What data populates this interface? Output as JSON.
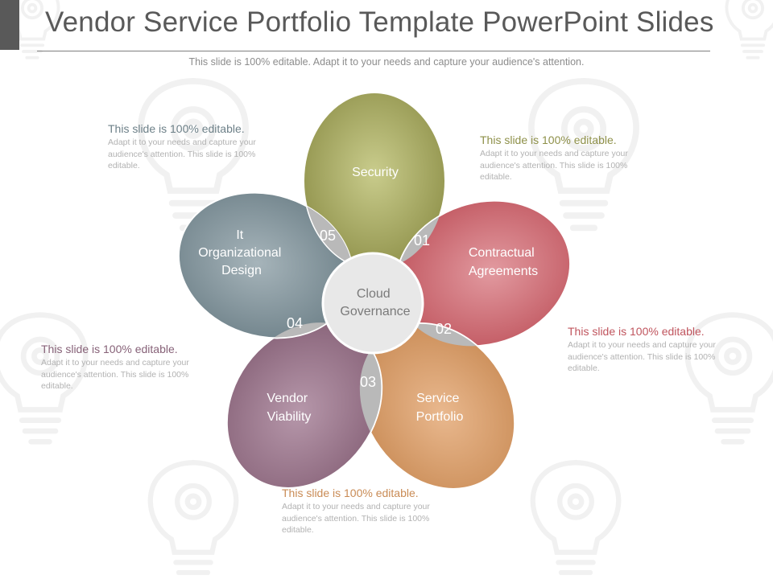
{
  "title": "Vendor Service Portfolio Template PowerPoint Slides",
  "subtitle": "This slide is 100% editable. Adapt it to your needs and capture your audience's attention.",
  "center": {
    "label_lines": [
      "Cloud",
      "Governance"
    ]
  },
  "petals": [
    {
      "key": "security",
      "label_lines": [
        "Security"
      ],
      "number": "01",
      "color": "#8e9049"
    },
    {
      "key": "contractual",
      "label_lines": [
        "Contractual",
        "Agreements"
      ],
      "number": "02",
      "color": "#c0555e"
    },
    {
      "key": "service",
      "label_lines": [
        "Service",
        "Portfolio"
      ],
      "number": "03",
      "color": "#c98b55"
    },
    {
      "key": "vendor",
      "label_lines": [
        "Vendor",
        "Viability"
      ],
      "number": "04",
      "color": "#876278"
    },
    {
      "key": "it-design",
      "label_lines": [
        "It",
        "Organizational",
        "Design"
      ],
      "number": "05",
      "color": "#6d8088"
    }
  ],
  "notes": {
    "top_left": {
      "heading": "This slide is 100% editable.",
      "body": "Adapt it to your needs and capture your audience's attention. This slide is 100% editable.",
      "color": "#6d8088"
    },
    "top_right": {
      "heading": "This slide is 100% editable.",
      "body": "Adapt it to your needs and capture your audience's attention. This slide is 100% editable.",
      "color": "#8e9049"
    },
    "middle_left": {
      "heading": "This slide is 100% editable.",
      "body": "Adapt it to your needs and capture your audience's attention. This slide is 100% editable.",
      "color": "#876278"
    },
    "middle_right": {
      "heading": "This slide is 100% editable.",
      "body": "Adapt it to your needs and capture your audience's attention. This slide is 100% editable.",
      "color": "#c0555e"
    },
    "bottom": {
      "heading": "This slide is 100% editable.",
      "body": "Adapt it to your needs and capture your audience's attention. This slide is 100% editable.",
      "color": "#c98b55"
    }
  },
  "colors": {
    "overlap": "#b9b9b9",
    "center_fill": "#e8e8e8",
    "watermark": "#f1f1f1"
  },
  "icons": {
    "watermark": "lightbulb-gear-icon"
  }
}
